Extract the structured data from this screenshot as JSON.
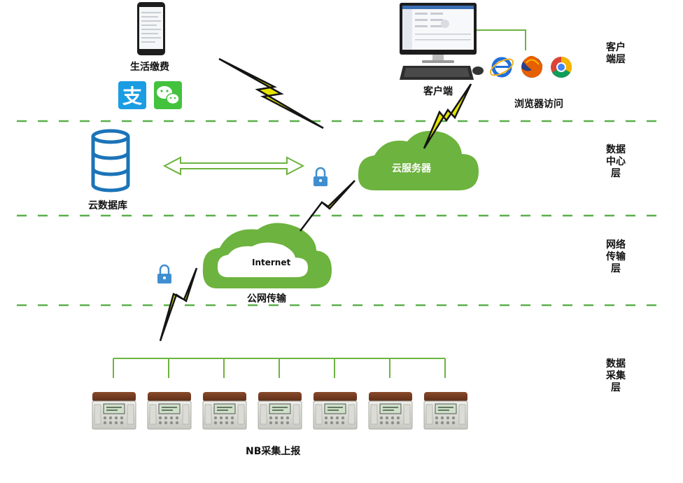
{
  "labels": {
    "phone_payment": "生活缴费",
    "client": "客户端",
    "browser_access": "浏览器访问",
    "cloud_server": "云服务器",
    "cloud_db": "云数据库",
    "internet": "Internet",
    "public_net": "公网传输",
    "nb_report": "NB采集上报"
  },
  "layers": [
    {
      "name": "客户端层"
    },
    {
      "name": "数据中心层"
    },
    {
      "name": "网络传输层"
    },
    {
      "name": "数据采集层"
    }
  ],
  "meters": {
    "count": 7
  },
  "colors": {
    "green": "#6db33f",
    "dash": "#5ab04a",
    "bolt": "#e6e600",
    "alipay": "#1a9de3",
    "wechat": "#43c23d",
    "db": "#1b74b8",
    "lock": "#3f8fd0"
  },
  "icons": [
    "alipay-icon",
    "wechat-icon",
    "ie-icon",
    "firefox-icon",
    "chrome-icon",
    "database-icon",
    "lock-icon",
    "lightning-icon",
    "phone-icon",
    "monitor-icon",
    "keyboard-icon",
    "mouse-icon"
  ]
}
